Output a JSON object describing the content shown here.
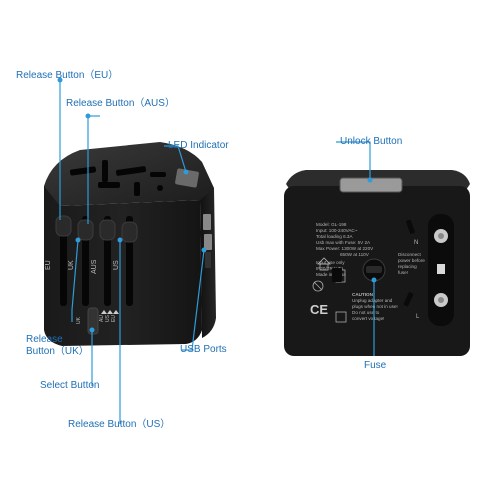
{
  "callouts": {
    "release_eu": "Release  Button（EU）",
    "release_aus": "Release  Button（AUS）",
    "led_indicator": "LED  Indicator",
    "release_uk_line1": "Release",
    "release_uk_line2": "Button（UK）",
    "select_button": "Select  Button",
    "release_us": "Release  Button（US）",
    "usb_ports": "USB  Ports",
    "unlock_button": "Unlock  Button",
    "fuse": "Fuse"
  },
  "adapter_front": {
    "slot_labels": [
      "EU",
      "UK",
      "AUS",
      "US"
    ],
    "selector_labels": [
      "UK",
      "AU",
      "US",
      "EU"
    ]
  },
  "adapter_back": {
    "spec_lines": [
      "Model: GL-198",
      "Input: 100-240VAC~",
      "Total loading 6.3A",
      "Usb max with Fuse: 5V 2A",
      "Max Power: 1300W at 220V",
      "650W at 110V",
      "Input use only",
      "IP20/TRAVEL",
      "Made in China"
    ],
    "caution_lines": [
      "CAUTION",
      "Unplug adapter and",
      "plugs when not in use!",
      "Do not use to",
      "convert voltage!"
    ],
    "disconnect_lines": [
      "Disconnect",
      "power before",
      "replacing",
      "fuse!"
    ],
    "ce_mark": "CE",
    "pin_labels": [
      "N",
      "L"
    ]
  },
  "colors": {
    "callout_text": "#1f6fb5",
    "leader_line": "#2f9bd8",
    "device_body": "#151515"
  }
}
